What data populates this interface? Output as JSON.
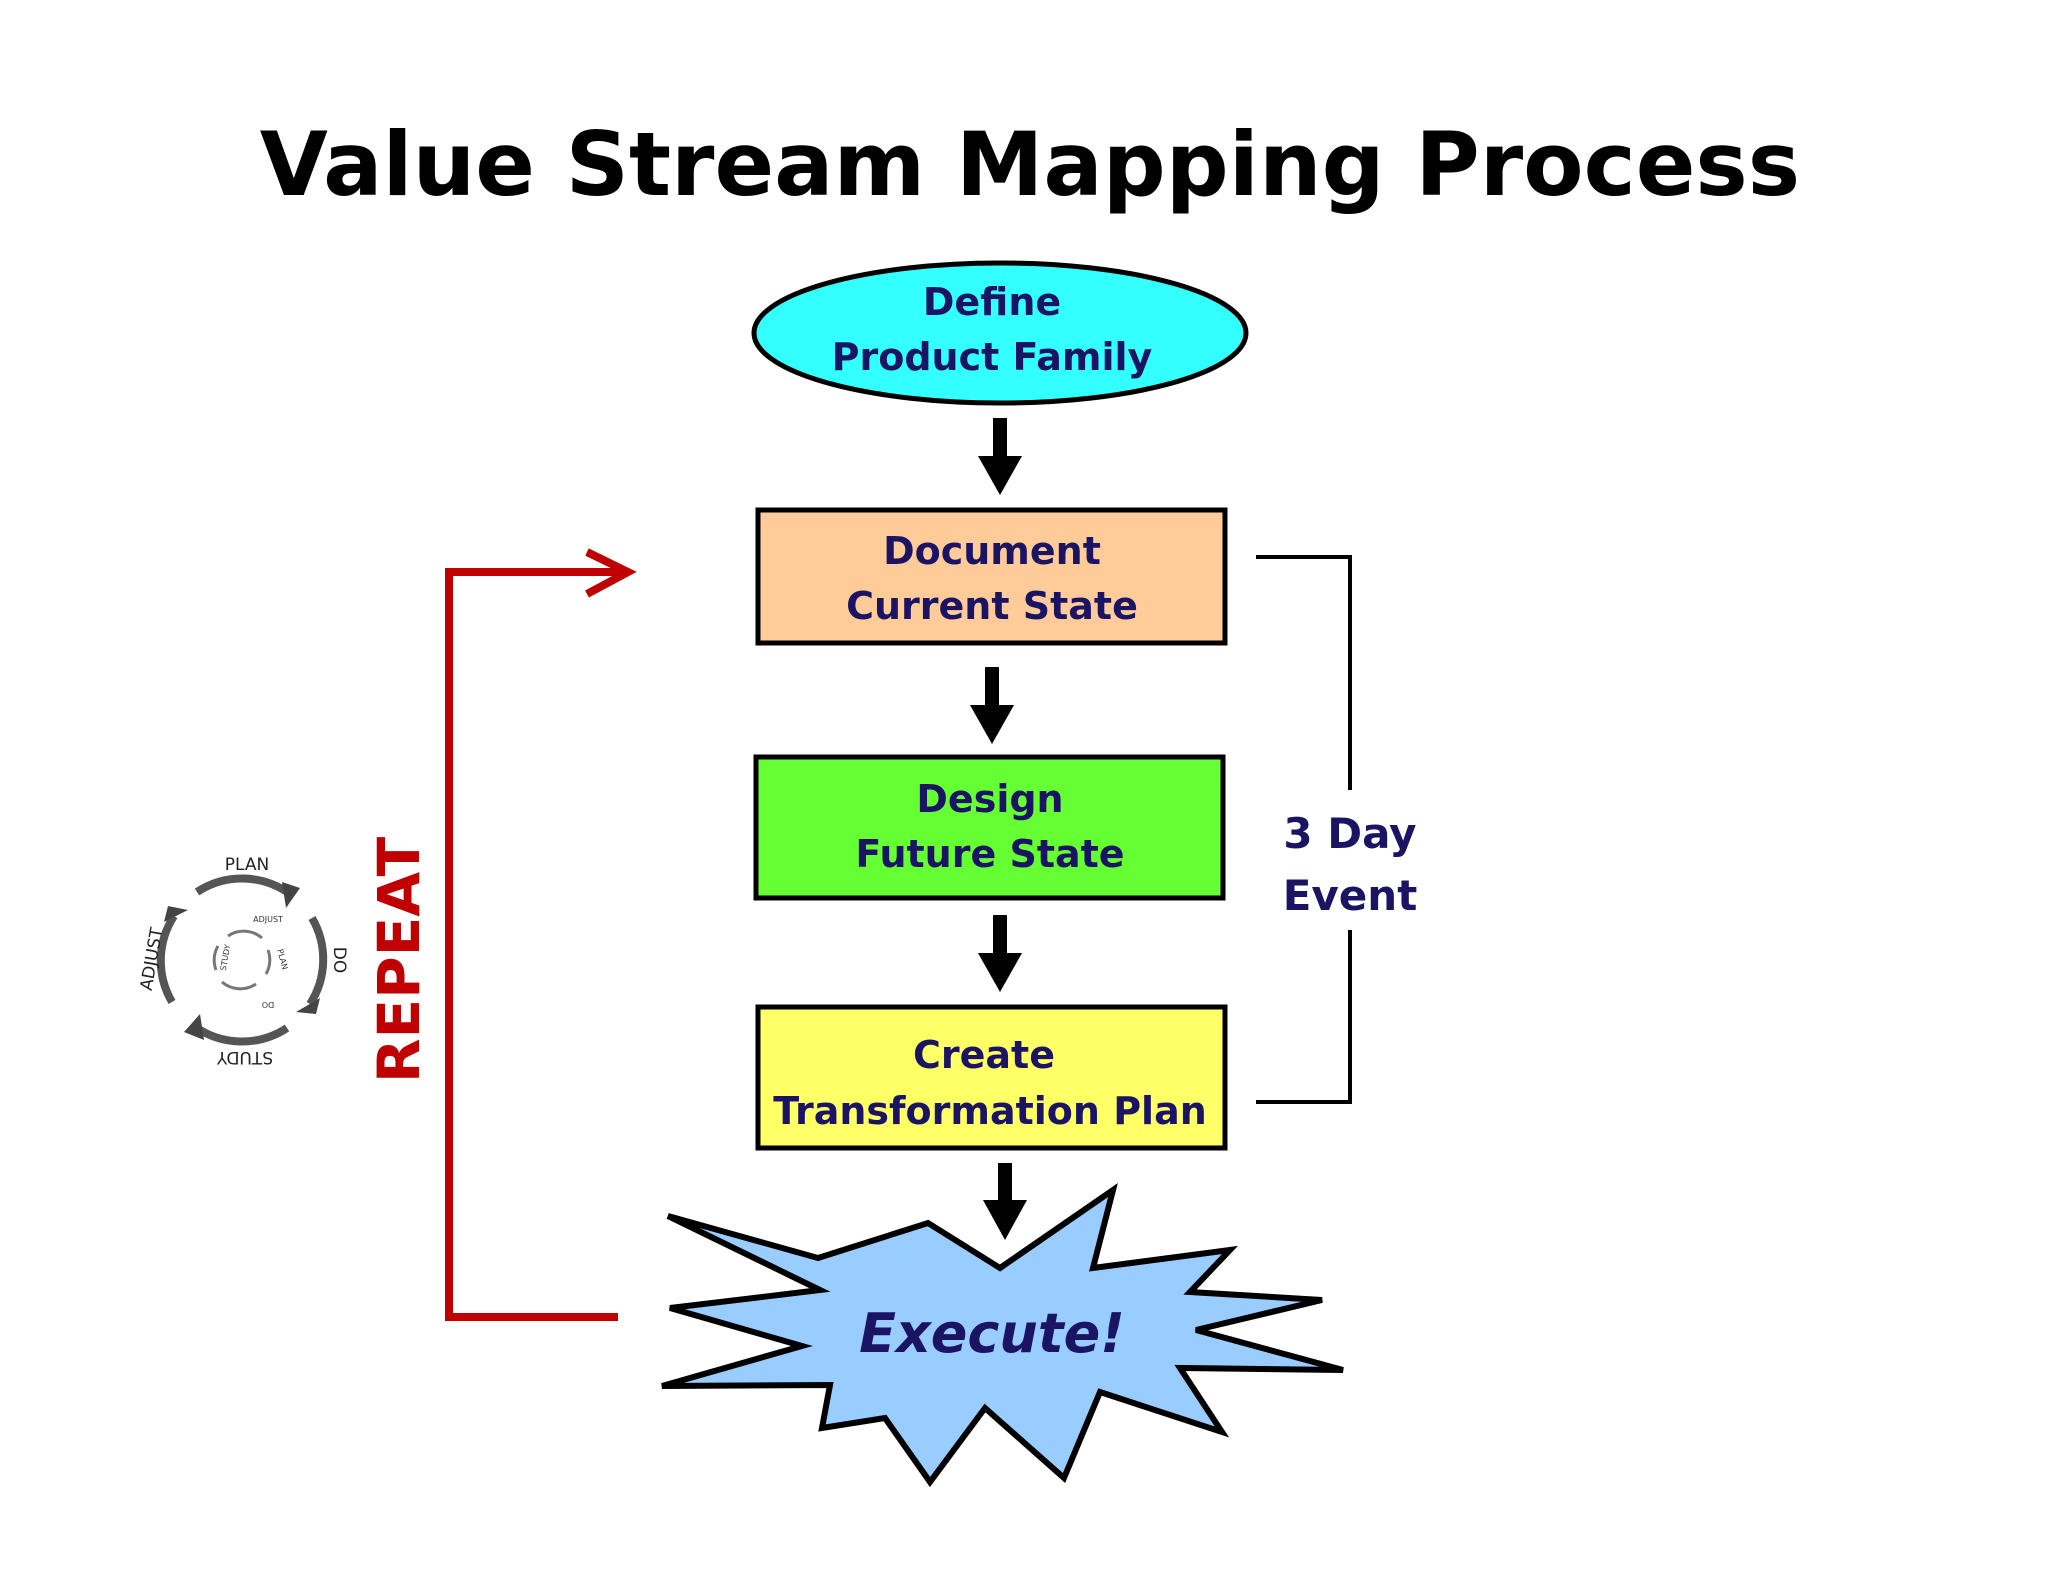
{
  "title": "Value Stream Mapping Process",
  "nodes": {
    "define": {
      "line1": "Define",
      "line2": "Product Family",
      "fill": "#33ffff"
    },
    "document": {
      "line1": "Document",
      "line2": "Current State",
      "fill": "#ffcc99"
    },
    "design": {
      "line1": "Design",
      "line2": "Future State",
      "fill": "#66ff33"
    },
    "create": {
      "line1": "Create",
      "line2": "Transformation Plan",
      "fill": "#ffff66"
    },
    "execute": {
      "label": "Execute!",
      "fill": "#99ccff"
    }
  },
  "event": {
    "line1": "3 Day",
    "line2": "Event"
  },
  "repeat": {
    "label": "REPEAT",
    "color": "#c00000"
  },
  "cycle": {
    "outer": [
      "PLAN",
      "DO",
      "STUDY",
      "ADJUST"
    ],
    "inner": [
      "ADJUST",
      "PLAN",
      "DO",
      "STUDY"
    ]
  }
}
